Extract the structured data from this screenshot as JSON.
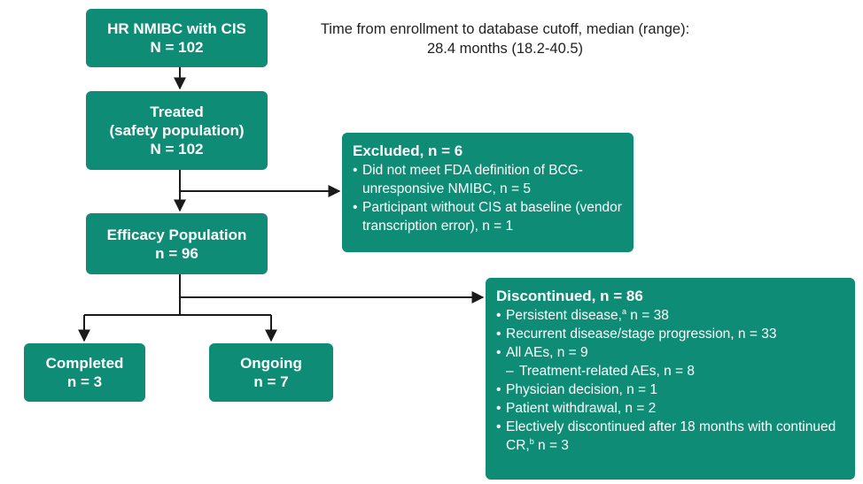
{
  "timing": {
    "line1": "Time from enrollment to database cutoff, median (range):",
    "line2": "28.4 months (18.2-40.5)"
  },
  "boxes": {
    "enrolled": {
      "line1": "HR NMIBC with CIS",
      "line2": "N = 102"
    },
    "treated": {
      "line1": "Treated",
      "line2": "(safety population)",
      "line3": "N = 102"
    },
    "efficacy": {
      "line1": "Efficacy Population",
      "line2": "n = 96"
    },
    "completed": {
      "line1": "Completed",
      "line2": "n = 3"
    },
    "ongoing": {
      "line1": "Ongoing",
      "line2": "n = 7"
    }
  },
  "excluded": {
    "heading": "Excluded, n = 6",
    "items": [
      "Did not meet FDA definition of BCG-unresponsive NMIBC, n = 5",
      "Participant without CIS at baseline (vendor transcription error), n = 1"
    ]
  },
  "discontinued": {
    "heading": "Discontinued, n = 86",
    "persistent": {
      "text": "Persistent disease,",
      "sup": "a",
      "count": " n = 38"
    },
    "recurrent": "Recurrent disease/stage progression, n = 33",
    "all_aes": "All AEs, n = 9",
    "treatment_aes": "Treatment-related AEs, n = 8",
    "physician": "Physician decision, n = 1",
    "withdrawal": "Patient withdrawal, n = 2",
    "elective": {
      "text": "Electively discontinued after 18 months with continued CR,",
      "sup": "b",
      "count": " n = 3"
    }
  },
  "colors": {
    "box_fill": "#0f8c75",
    "box_text": "#ffffff",
    "connector": "#1a1a1a"
  }
}
